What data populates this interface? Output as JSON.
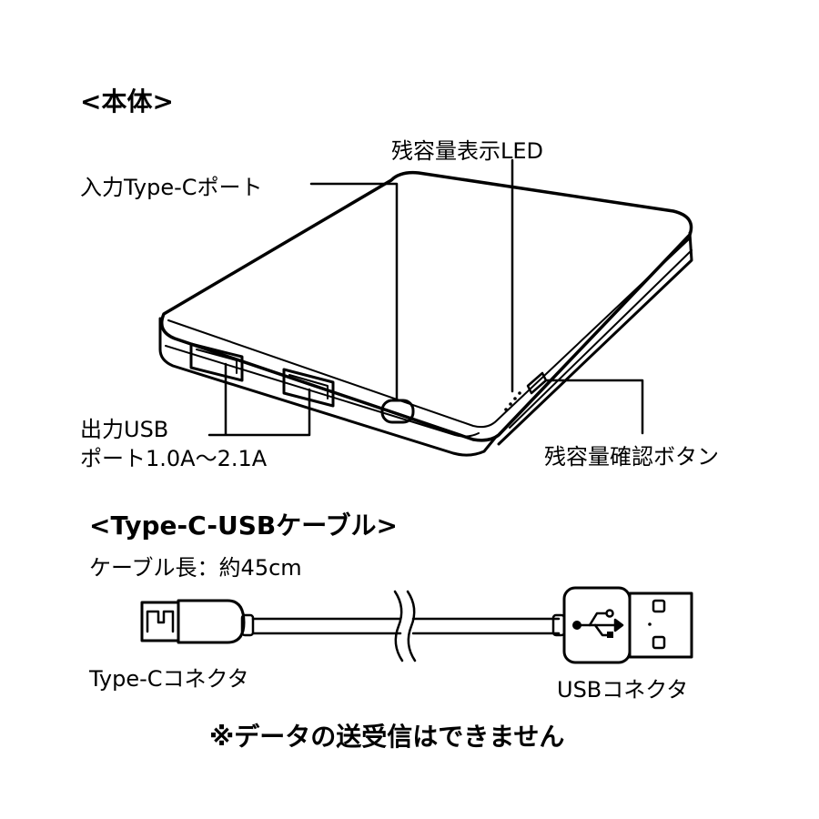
{
  "sections": {
    "body": {
      "heading": "<本体>"
    },
    "cable": {
      "heading": "<Type-C-USBケーブル>",
      "length": "ケーブル長：約45cm"
    }
  },
  "labels": {
    "input_port": "入力Type-Cポート",
    "led": "残容量表示LED",
    "output_line1": "出力USB",
    "output_line2": "ポート1.0A〜2.1A",
    "check_button": "残容量確認ボタン",
    "typec_connector": "Type-Cコネクタ",
    "usb_connector": "USBコネクタ"
  },
  "note": "※データの送受信はできません"
}
